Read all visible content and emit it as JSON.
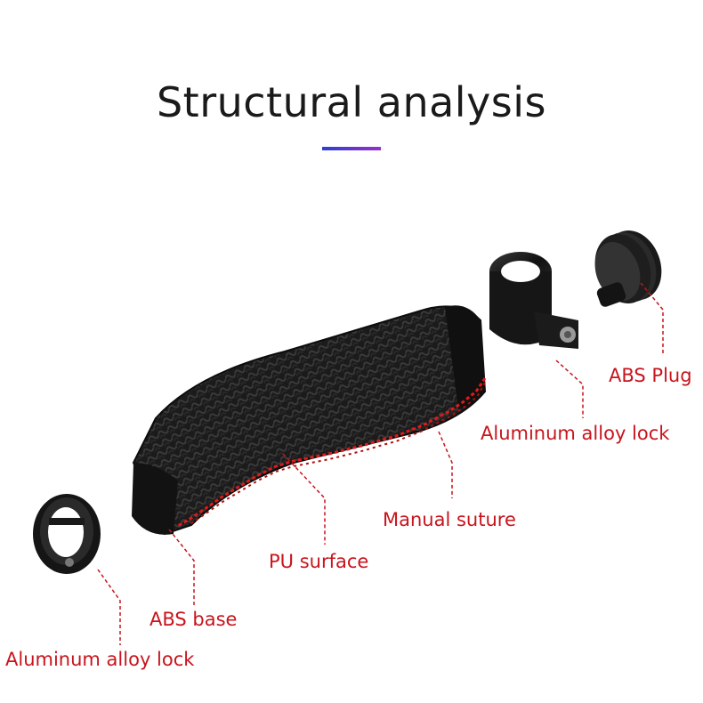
{
  "title": "Structural analysis",
  "colors": {
    "title_text": "#1a1a1a",
    "accent_underline_start": "#2b3fd6",
    "accent_underline_end": "#9b2fc9",
    "label_text": "#c8141d",
    "leader_line": "#c8141d",
    "stitching": "#e01a1a",
    "grip_body": "#151515"
  },
  "labels": {
    "abs_plug": "ABS Plug",
    "aluminum_lock_right": "Aluminum alloy lock",
    "manual_suture": "Manual suture",
    "pu_surface": "PU surface",
    "abs_base": "ABS base",
    "aluminum_lock_left": "Aluminum alloy lock"
  }
}
